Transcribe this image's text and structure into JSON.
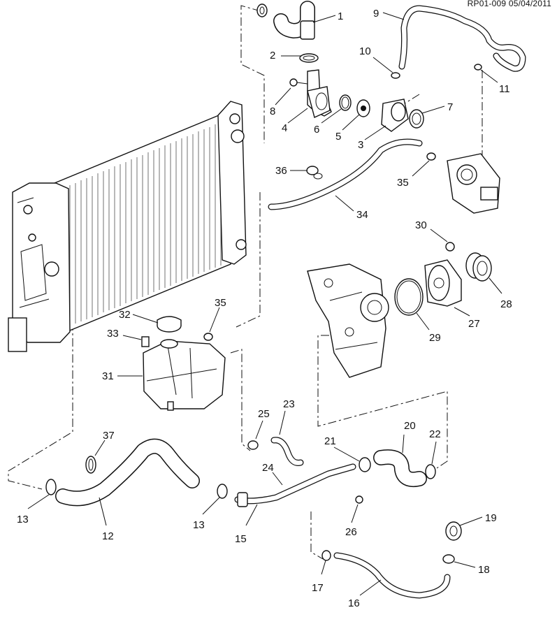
{
  "reference": "RP01-009 05/04/2011",
  "callouts": [
    "1",
    "2",
    "3",
    "4",
    "5",
    "6",
    "7",
    "8",
    "9",
    "10",
    "11",
    "12",
    "13",
    "13",
    "15",
    "16",
    "17",
    "18",
    "19",
    "20",
    "21",
    "22",
    "23",
    "24",
    "25",
    "26",
    "27",
    "28",
    "29",
    "30",
    "31",
    "32",
    "33",
    "34",
    "35",
    "35",
    "36",
    "37"
  ]
}
